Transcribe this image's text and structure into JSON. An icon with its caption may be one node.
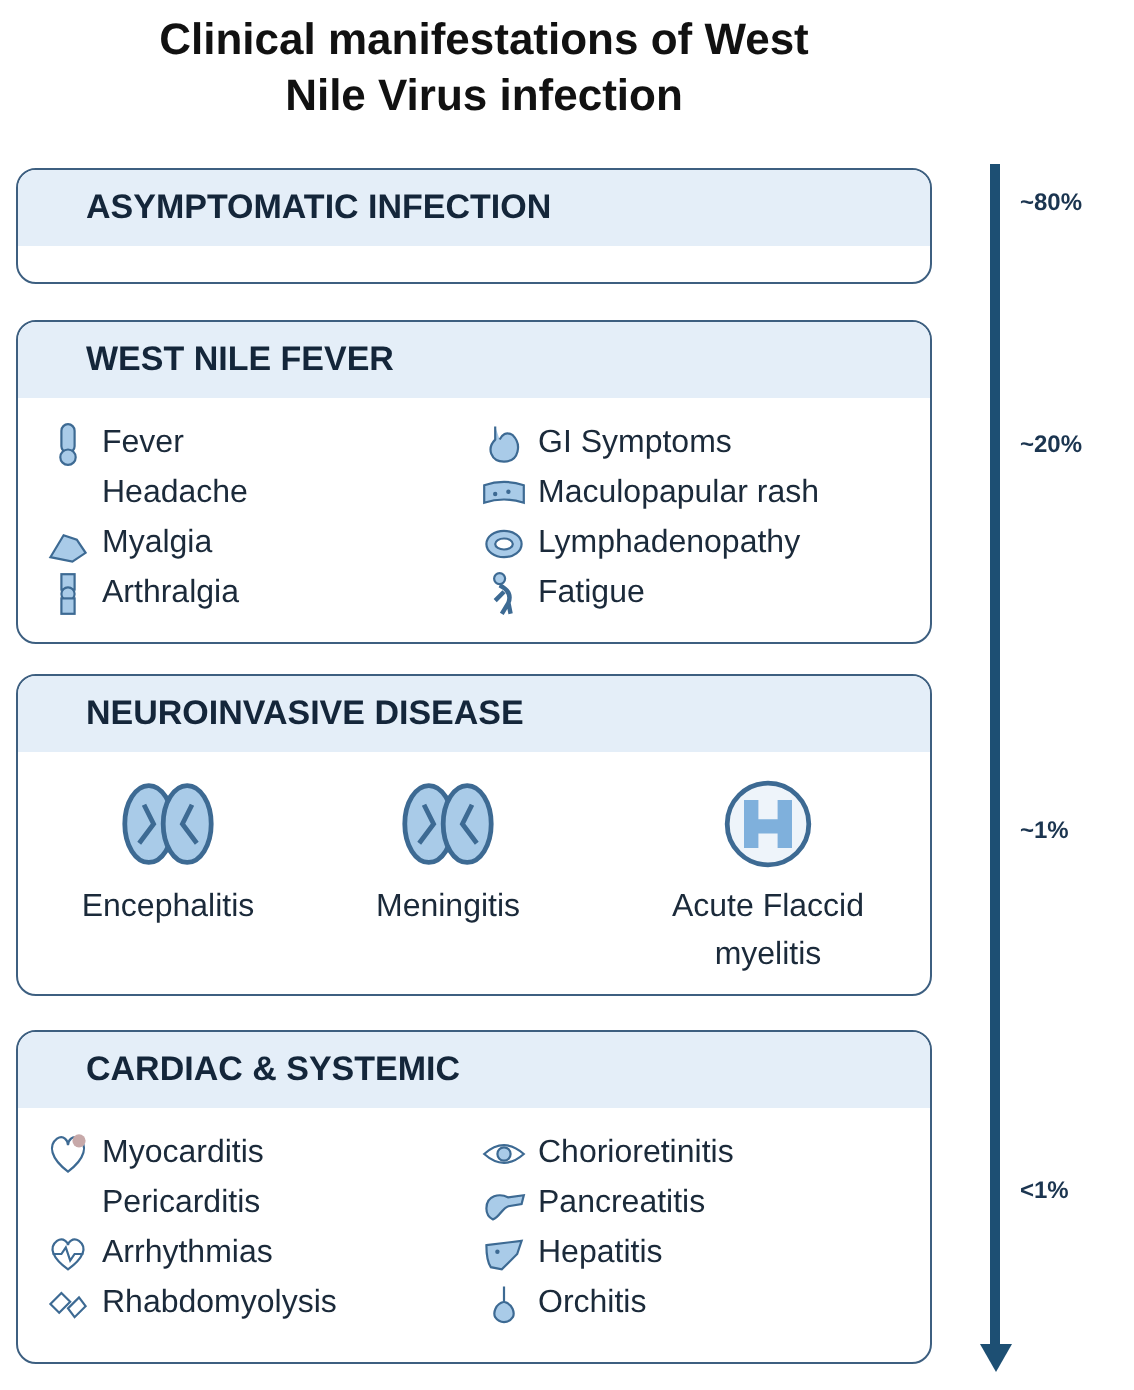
{
  "diagram": {
    "title": "Clinical manifestations of West Nile Virus infection",
    "nodes": [
      {
        "text": [
          "ASYMPTOMATIC INFECTION"
        ]
      },
      {
        "text": [
          "WEST NILE FEVER",
          "Fever",
          "Headache",
          "Myalgia",
          "Arthralgia",
          "GI Symptoms",
          "Maculopapular rash",
          "Lymphadenopathy",
          "Fatigue"
        ]
      },
      {
        "text": [
          "NEUROINVASIVE DISEASE",
          "Encephalitis",
          "Meningitis",
          "Acute Flaccid myelitis"
        ]
      },
      {
        "text": [
          "CARDIAC & SYSTEMIC",
          "Myocarditis",
          "Pericarditis",
          "Arrhythmias",
          "Rhabdomyolysis",
          "Chorioretinitis",
          "Pancreatitis",
          "Hepatitis",
          "Orchitis"
        ]
      }
    ],
    "labels": [
      "~80%",
      "~20%",
      "~1%",
      "<1%"
    ]
  }
}
